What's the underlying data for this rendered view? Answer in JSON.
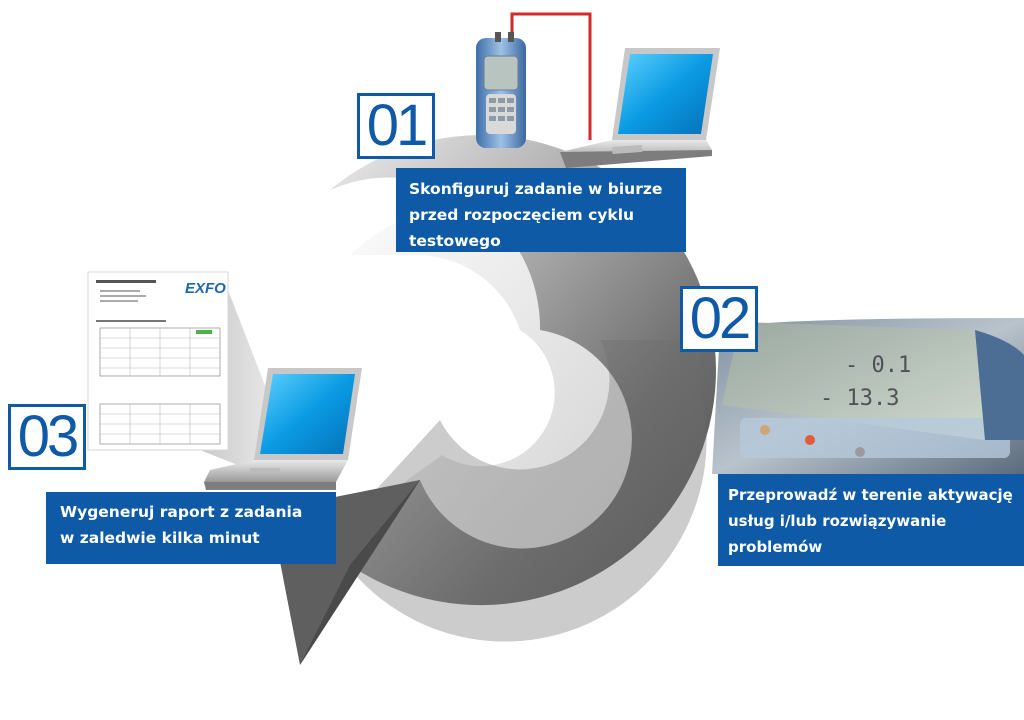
{
  "steps": [
    {
      "number": "01",
      "lines": [
        "Skonfiguruj zadanie w biurze",
        "przed rozpoczęciem cyklu",
        "testowego"
      ]
    },
    {
      "number": "02",
      "lines": [
        "Przeprowadź w terenie aktywację",
        "usług i/lub rozwiązywanie",
        "problemów"
      ]
    },
    {
      "number": "03",
      "lines": [
        "Wygeneruj raport z zadania",
        "w zaledwie kilka minut"
      ]
    }
  ],
  "report": {
    "brand": "EXFO"
  },
  "colors": {
    "accent_blue": "#0e5aa7",
    "cycle_arrow": "#7a7a7a",
    "cable_red": "#d12a2a",
    "screen_cyan": "#0aa0e6"
  },
  "icons": [
    "cycle-arrow-icon",
    "power-meter-icon",
    "laptop-icon",
    "report-document-icon",
    "device-screen-photo"
  ]
}
